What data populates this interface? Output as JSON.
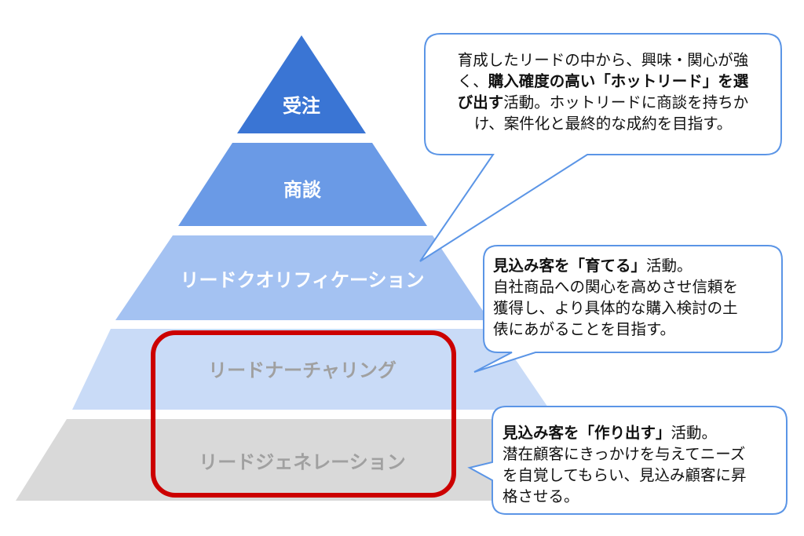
{
  "pyramid": {
    "levels": [
      {
        "label": "受注",
        "fill": "#3a75d4",
        "text_color": "#ffffff"
      },
      {
        "label": "商談",
        "fill": "#6a9ae6",
        "text_color": "#ffffff"
      },
      {
        "label": "リードクオリフィケーション",
        "fill": "#a4c2f2",
        "text_color": "#ffffff"
      },
      {
        "label": "リードナーチャリング",
        "fill": "#c9dbf7",
        "text_color": "#a0a0a0"
      },
      {
        "label": "リードジェネレーション",
        "fill": "#d9d9d9",
        "text_color": "#a0a0a0"
      }
    ],
    "highlight_color": "#cc0000"
  },
  "callouts": {
    "border_color": "#5b95e6",
    "qualification": {
      "line1": "育成したリードの中から、興味・関心が強",
      "line2_pre": "く、",
      "line2_bold": "購入確度の高い「ホットリード」を選",
      "line3_bold": "び出す",
      "line3_post": "活動。ホットリードに商談を持ちか",
      "line4": "け、案件化と最終的な成約を目指す。"
    },
    "nurturing": {
      "title_bold": "見込み客を「育てる」",
      "title_post": "活動。",
      "line2": "自社商品への関心を高めさせ信頼を",
      "line3": "獲得し、より具体的な購入検討の土",
      "line4": "俵にあがることを目指す。"
    },
    "generation": {
      "title_bold": "見込み客を「作り出す」",
      "title_post": "活動。",
      "line2": "潜在顧客にきっかけを与えてニーズ",
      "line3": "を自覚してもらい、見込み顧客に昇",
      "line4": "格させる。"
    }
  }
}
